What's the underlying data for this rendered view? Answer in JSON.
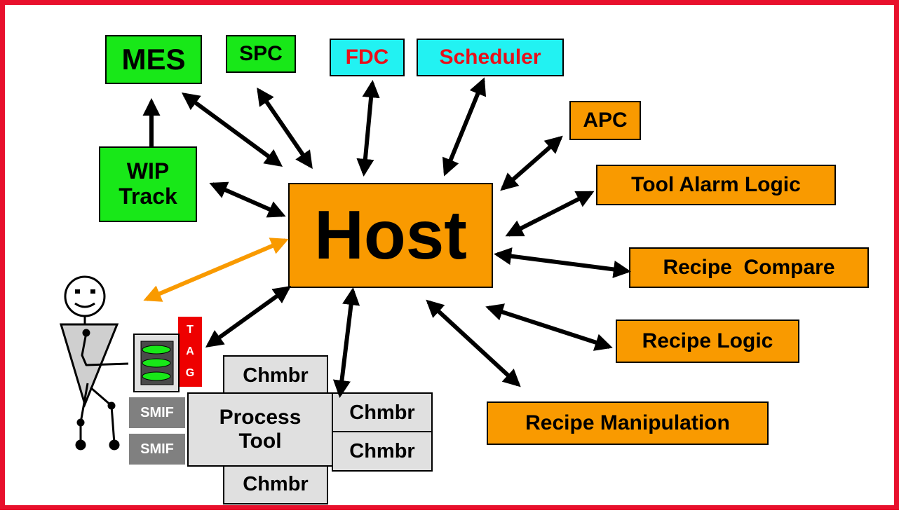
{
  "nodes": {
    "mes": "MES",
    "spc": "SPC",
    "fdc": "FDC",
    "scheduler": "Scheduler",
    "apc": "APC",
    "wip_track": "WIP\nTrack",
    "host": "Host",
    "tool_alarm_logic": "Tool Alarm Logic",
    "recipe_compare": "Recipe  Compare",
    "recipe_logic": "Recipe Logic",
    "recipe_manipulation": "Recipe Manipulation",
    "process_tool": "Process\nTool",
    "chamber": "Chmbr",
    "smif": "SMIF",
    "tag": [
      "T",
      "A",
      "G"
    ]
  },
  "colors": {
    "frame": "#e8102c",
    "mes_systems": "#18e818",
    "fdc_scheduler": "#22f2f2",
    "host_apps": "#f99a00",
    "tool": "#e0e0e0",
    "smif": "#808080",
    "tag": "#ee0000",
    "operator_link": "#f99a00"
  }
}
